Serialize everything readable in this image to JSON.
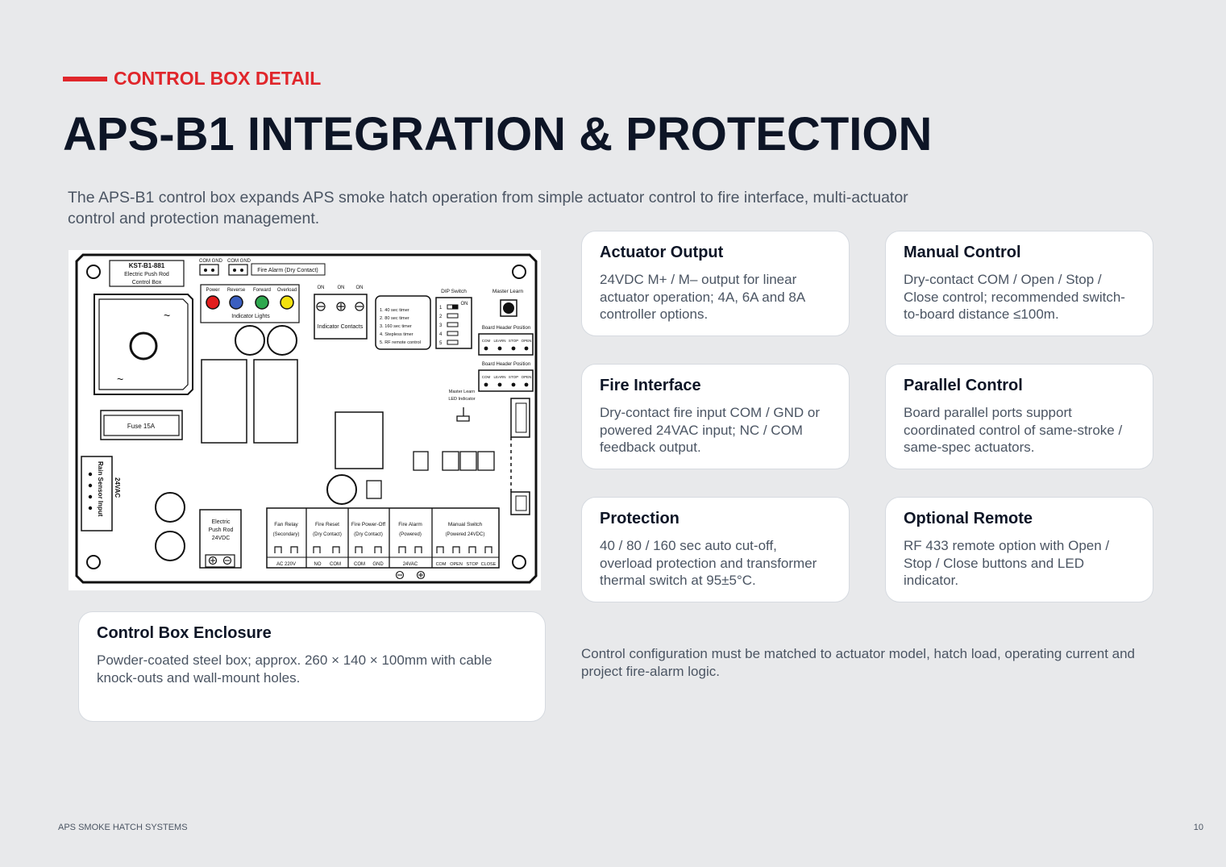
{
  "eyebrow": "CONTROL BOX DETAIL",
  "title": "APS-B1 INTEGRATION & PROTECTION",
  "subtitle": "The APS-B1 control box expands APS smoke hatch operation from simple actuator control to fire interface, multi-actuator control and protection management.",
  "board": {
    "model": "KST-B1-881",
    "model_sub1": "Electric Push Rod",
    "model_sub2": "Control Box",
    "com_gnd_1": "COM GND",
    "com_gnd_2": "COM GND",
    "fire_alarm_dry": "Fire Alarm (Dry Contact)",
    "led_power": "Power",
    "led_reverse": "Reverse",
    "led_forward": "Forward",
    "led_overload": "Overload",
    "indicator_lights": "Indicator Lights",
    "on1": "ON",
    "on2": "ON",
    "on3": "ON",
    "indicator_contacts": "Indicator Contacts",
    "timer1": "1.  40 sec timer",
    "timer2": "2.  80 sec timer",
    "timer3": "3.  160 sec timer",
    "timer4": "4.  Stepless timer",
    "timer5": "5.  RF remote control",
    "dip_switch": "DIP Switch",
    "dip_on": "ON",
    "dip_n1": "1",
    "dip_n2": "2",
    "dip_n3": "3",
    "dip_n4": "4",
    "dip_n5": "5",
    "master_learn": "Master Learn",
    "board_header_1": "Board Header Position",
    "board_header_2": "Board Header Position",
    "hdr_com": "COM",
    "hdr_learn": "LEARN",
    "hdr_stop": "STOP",
    "hdr_open": "OPEN",
    "master_learn_led1": "Master Learn",
    "master_learn_led2": "LED Indicator",
    "fuse": "Fuse 15A",
    "rain_sensor": "Rain Sensor  Input",
    "rain_24vac": "24VAC",
    "push_rod1": "Electric",
    "push_rod2": "Push Rod",
    "push_rod3": "24VDC",
    "fan_relay1": "Fan Relay",
    "fan_relay2": "(Secondary)",
    "fire_reset1": "Fire Reset",
    "fire_reset2": "(Dry Contact)",
    "fire_poweroff1": "Fire Power-Off",
    "fire_poweroff2": "(Dry Contact)",
    "fire_alarm1": "Fire Alarm",
    "fire_alarm2": "(Powered)",
    "manual_switch1": "Manual Switch",
    "manual_switch2": "(Powered 24VDC)",
    "t_ac220": "AC 220V",
    "t_no": "NO",
    "t_com": "COM",
    "t_com2": "COM",
    "t_gnd": "GND",
    "t_24vac": "24VAC",
    "t_com3": "COM",
    "t_open": "OPEN",
    "t_stop": "STOP",
    "t_close": "CLOSE"
  },
  "cards": [
    {
      "title": "Actuator Output",
      "body": "24VDC M+ / M– output for linear actuator operation; 4A, 6A and 8A controller options."
    },
    {
      "title": "Manual Control",
      "body": "Dry-contact COM / Open / Stop / Close control; recommended switch-to-board distance ≤100m."
    },
    {
      "title": "Fire Interface",
      "body": "Dry-contact fire input COM / GND or powered 24VAC input; NC / COM feedback output."
    },
    {
      "title": "Parallel Control",
      "body": "Board parallel ports support coordinated control of same-stroke / same-spec actuators."
    },
    {
      "title": "Protection",
      "body": "40 / 80 / 160 sec auto cut-off, overload protection and transformer thermal switch at 95±5°C."
    },
    {
      "title": "Optional Remote",
      "body": "RF 433 remote option with Open / Stop / Close buttons and LED indicator."
    }
  ],
  "enclosure": {
    "title": "Control Box Enclosure",
    "body": "Powder-coated steel box; approx. 260 × 140 × 100mm with cable knock-outs and wall-mount holes."
  },
  "note": "Control configuration must be matched to actuator model, hatch load, operating current and project fire-alarm logic.",
  "footer": {
    "left": "APS SMOKE HATCH SYSTEMS",
    "page": "10"
  },
  "colors": {
    "accent": "#e0262b",
    "led_power": "#e11d1d",
    "led_reverse": "#3b5fc0",
    "led_forward": "#2fa84f",
    "led_overload": "#f2e10f"
  }
}
